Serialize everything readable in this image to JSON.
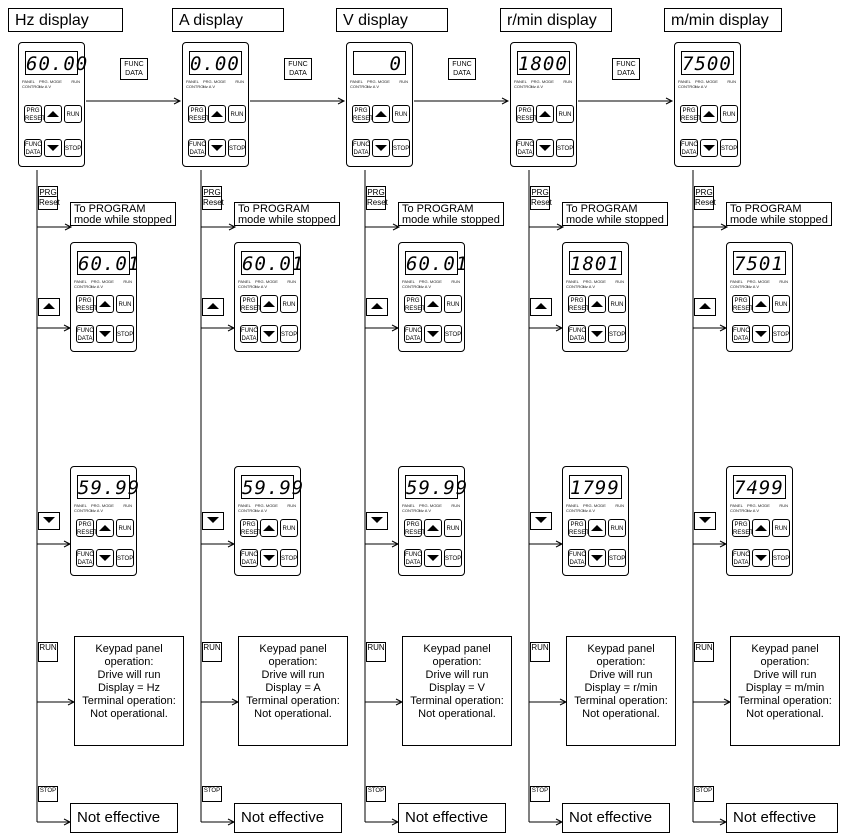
{
  "columns": [
    {
      "id": "hz",
      "header": "Hz display",
      "top_display": "60.00",
      "up_display": "60.01",
      "down_display": "59.99",
      "run_text": [
        "Keypad panel",
        "operation:",
        "Drive will run",
        "Display = Hz",
        "Terminal operation:",
        "Not operational."
      ]
    },
    {
      "id": "a",
      "header": "A display",
      "top_display": "0.00",
      "up_display": "60.01",
      "down_display": "59.99",
      "run_text": [
        "Keypad panel",
        "operation:",
        "Drive will run",
        "Display = A",
        "Terminal operation:",
        "Not operational."
      ]
    },
    {
      "id": "v",
      "header": "V display",
      "top_display": "0",
      "up_display": "60.01",
      "down_display": "59.99",
      "run_text": [
        "Keypad panel",
        "operation:",
        "Drive will run",
        "Display = V",
        "Terminal operation:",
        "Not operational."
      ]
    },
    {
      "id": "rpm",
      "header": "r/min display",
      "top_display": "1800",
      "up_display": "1801",
      "down_display": "1799",
      "run_text": [
        "Keypad panel",
        "operation:",
        "Drive will run",
        "Display = r/min",
        "Terminal operation:",
        "Not operational."
      ]
    },
    {
      "id": "mpm",
      "header": "m/min display",
      "top_display": "7500",
      "up_display": "7501",
      "down_display": "7499",
      "run_text": [
        "Keypad panel",
        "operation:",
        "Drive will run",
        "Display = m/min",
        "Terminal operation:",
        "Not operational."
      ]
    }
  ],
  "keys": {
    "func_data": [
      "FUNC",
      "DATA"
    ],
    "prg_reset": [
      "PRG",
      "Reset"
    ],
    "run": "RUN",
    "stop": "STOP"
  },
  "panel": {
    "indicators": {
      "panel_control": [
        "PANEL",
        "CONTROL"
      ],
      "prg_mode": "PRG. MODE",
      "units": "Hz  A  V",
      "run": "RUN"
    },
    "btn_prg": [
      "PRG",
      "RESET"
    ],
    "btn_func": [
      "FUNC",
      "DATA"
    ],
    "btn_run": "RUN",
    "btn_stop": "STOP"
  },
  "messages": {
    "to_program": [
      "To PROGRAM",
      "mode while stopped"
    ],
    "not_effective": "Not effective"
  }
}
